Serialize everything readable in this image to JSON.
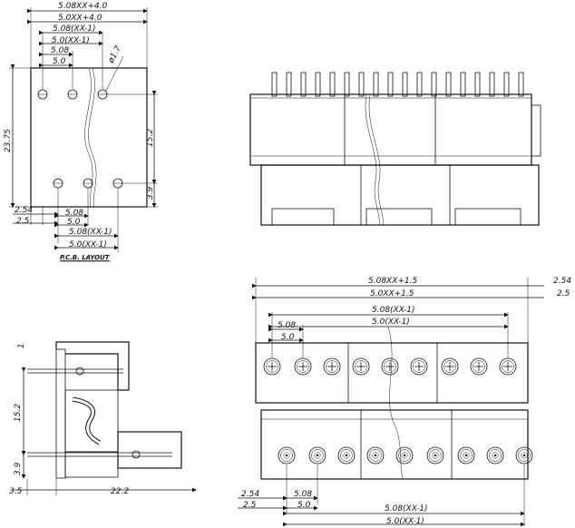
{
  "pcb": {
    "dim_top1": "5.08XX+4.0",
    "dim_top2": "5.0XX+4.0",
    "dim_top3": "5.08(XX-1)",
    "dim_top4": "5.0(XX-1)",
    "dim_top5": "5.08",
    "dim_top6": "5.0",
    "hole_dia": "ø1.7",
    "height_total": "23.75",
    "height_mid": "15.2",
    "height_low": "3.9",
    "bl1": "2.54",
    "bl2": "2.5",
    "bm1": "5.08",
    "bm2": "5.0",
    "bb1": "5.08(XX-1)",
    "bb2": "5.0(XX-1)",
    "title": "P.C.B. LAYOUT"
  },
  "side": {
    "d1": "3.5",
    "d2": "22.2",
    "d3": "15.2",
    "d4": "3.9",
    "d5": "1"
  },
  "front": {
    "t1": "5.08XX+1.5",
    "t2": "5.0XX+1.5",
    "t3": "5.08(XX-1)",
    "t4": "5.0(XX-1)",
    "t5": "5.08",
    "t6": "5.0",
    "r1": "2.54",
    "r2": "2.5",
    "bl1": "2.54",
    "bl2": "2.5",
    "bm1": "5.08",
    "bm2": "5.0",
    "bb1": "5.08(XX-1)",
    "bb2": "5.0(XX-1)"
  }
}
